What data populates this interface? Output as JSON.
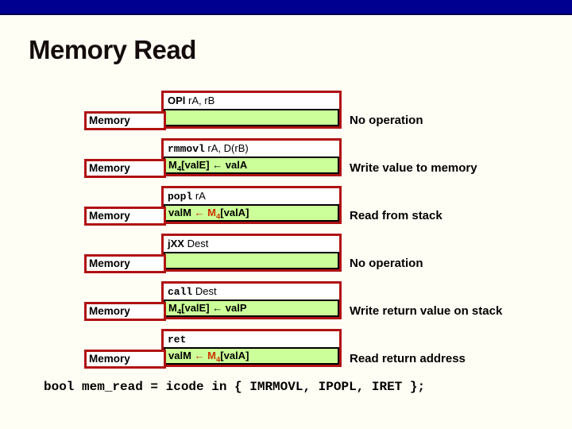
{
  "slide": {
    "title": "Memory Read",
    "code_line": "bool mem_read = icode in { IMRMOVL, IPOPL, IRET };"
  },
  "stage_label": "Memory",
  "colors": {
    "header_bar": "#000090",
    "box_border_red": "#b01212",
    "stage_green_fill": "#ccff99",
    "highlight_red": "#cc3300",
    "background": "#fffef5"
  },
  "rows": [
    {
      "instruction": {
        "mnemonic": "OPl",
        "mnemonic_mono": false,
        "operands": " rA, rB"
      },
      "action": [],
      "description": "No operation"
    },
    {
      "instruction": {
        "mnemonic": "rmmovl",
        "mnemonic_mono": true,
        "operands": " rA, D(rB)"
      },
      "action": [
        {
          "text": "M"
        },
        {
          "text": "4",
          "sub": true
        },
        {
          "text": "[valE] "
        },
        {
          "text": "←"
        },
        {
          "text": " valA"
        }
      ],
      "description": "Write value to memory"
    },
    {
      "instruction": {
        "mnemonic": "popl",
        "mnemonic_mono": true,
        "operands": " rA"
      },
      "action": [
        {
          "text": "valM "
        },
        {
          "text": "← ",
          "red": true
        },
        {
          "text": "M",
          "red": true
        },
        {
          "text": "4",
          "sub": true,
          "red": true
        },
        {
          "text": "[valA]"
        }
      ],
      "description": "Read from stack"
    },
    {
      "instruction": {
        "mnemonic": "jXX",
        "mnemonic_mono": false,
        "operands": " Dest"
      },
      "action": [],
      "description": "No operation"
    },
    {
      "instruction": {
        "mnemonic": "call",
        "mnemonic_mono": true,
        "operands": " Dest"
      },
      "action": [
        {
          "text": "M"
        },
        {
          "text": "4",
          "sub": true
        },
        {
          "text": "[valE] "
        },
        {
          "text": "←"
        },
        {
          "text": " valP"
        }
      ],
      "description": "Write return value on stack"
    },
    {
      "instruction": {
        "mnemonic": "ret",
        "mnemonic_mono": true,
        "operands": ""
      },
      "action": [
        {
          "text": "valM "
        },
        {
          "text": "← ",
          "red": true
        },
        {
          "text": "M",
          "red": true
        },
        {
          "text": "4",
          "sub": true,
          "red": true
        },
        {
          "text": "[valA]"
        }
      ],
      "description": "Read return address"
    }
  ]
}
